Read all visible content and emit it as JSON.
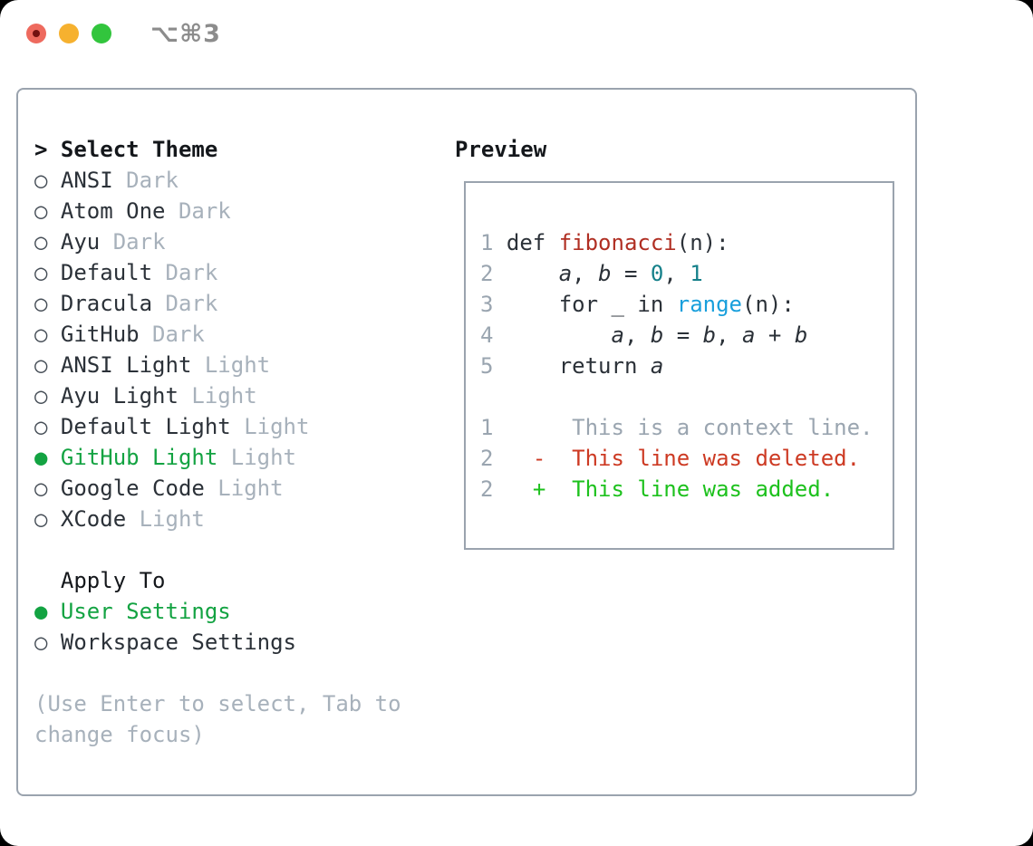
{
  "window": {
    "title": "⌥⌘3",
    "traffic_lights": [
      {
        "name": "close",
        "color": "#ee6a5e"
      },
      {
        "name": "minimize",
        "color": "#f6b12f"
      },
      {
        "name": "zoom",
        "color": "#32c53d"
      }
    ]
  },
  "glyphs": {
    "cursor": "> ",
    "selected_bullet": "●",
    "unselected_bullet": "○"
  },
  "theme_panel": {
    "header": "Select Theme",
    "themes": [
      {
        "name": "ANSI",
        "variant": "Dark",
        "selected": false
      },
      {
        "name": "Atom One",
        "variant": "Dark",
        "selected": false
      },
      {
        "name": "Ayu",
        "variant": "Dark",
        "selected": false
      },
      {
        "name": "Default",
        "variant": "Dark",
        "selected": false
      },
      {
        "name": "Dracula",
        "variant": "Dark",
        "selected": false
      },
      {
        "name": "GitHub",
        "variant": "Dark",
        "selected": false
      },
      {
        "name": "ANSI Light",
        "variant": "Light",
        "selected": false
      },
      {
        "name": "Ayu Light",
        "variant": "Light",
        "selected": false
      },
      {
        "name": "Default Light",
        "variant": "Light",
        "selected": false
      },
      {
        "name": "GitHub Light",
        "variant": "Light",
        "selected": true
      },
      {
        "name": "Google Code",
        "variant": "Light",
        "selected": false
      },
      {
        "name": "XCode",
        "variant": "Light",
        "selected": false
      }
    ],
    "apply_to": {
      "label": "Apply To",
      "options": [
        {
          "name": "User Settings",
          "selected": true
        },
        {
          "name": "Workspace Settings",
          "selected": false
        }
      ]
    },
    "hint": [
      "(Use Enter to select, Tab to",
      "change focus)"
    ]
  },
  "preview": {
    "title": "Preview",
    "lines": [
      [
        [
          "1 ",
          "num"
        ],
        [
          "def ",
          "code"
        ],
        [
          "fibonacci",
          "func"
        ],
        [
          "(n):",
          "code"
        ]
      ],
      [
        [
          "2 ",
          "num"
        ],
        [
          "    ",
          "code"
        ],
        [
          "a",
          "var"
        ],
        [
          ", ",
          "code"
        ],
        [
          "b",
          "var"
        ],
        [
          " = ",
          "code"
        ],
        [
          "0",
          "lit"
        ],
        [
          ", ",
          "code"
        ],
        [
          "1",
          "lit"
        ]
      ],
      [
        [
          "3 ",
          "num"
        ],
        [
          "    for _ in ",
          "code"
        ],
        [
          "range",
          "builtin"
        ],
        [
          "(n):",
          "code"
        ]
      ],
      [
        [
          "4 ",
          "num"
        ],
        [
          "        ",
          "code"
        ],
        [
          "a",
          "var"
        ],
        [
          ", ",
          "code"
        ],
        [
          "b",
          "var"
        ],
        [
          " = ",
          "code"
        ],
        [
          "b",
          "var"
        ],
        [
          ", ",
          "code"
        ],
        [
          "a",
          "var"
        ],
        [
          " + ",
          "code"
        ],
        [
          "b",
          "var"
        ]
      ],
      [
        [
          "5 ",
          "num"
        ],
        [
          "    return ",
          "code"
        ],
        [
          "a",
          "var"
        ]
      ],
      [],
      [
        [
          "1",
          "num"
        ],
        [
          "      ",
          "code"
        ],
        [
          "This is a context line.",
          "ctx"
        ]
      ],
      [
        [
          "2",
          "num"
        ],
        [
          "   ",
          "code"
        ],
        [
          "-  This line was deleted.",
          "del"
        ]
      ],
      [
        [
          "2",
          "num"
        ],
        [
          "   ",
          "code"
        ],
        [
          "+  This line was added.",
          "add"
        ]
      ]
    ]
  },
  "colors": {
    "accent_green": "#13a342",
    "added_green": "#1dc11d",
    "deleted_red": "#cd3a23",
    "func_red": "#b02f23",
    "literal_teal": "#15808a",
    "builtin_blue": "#189fdc",
    "text_dark": "#2b3138",
    "muted_gray": "#a7b1bb",
    "border_gray": "#9aa3ae",
    "title_gray": "#8c8c8c"
  }
}
